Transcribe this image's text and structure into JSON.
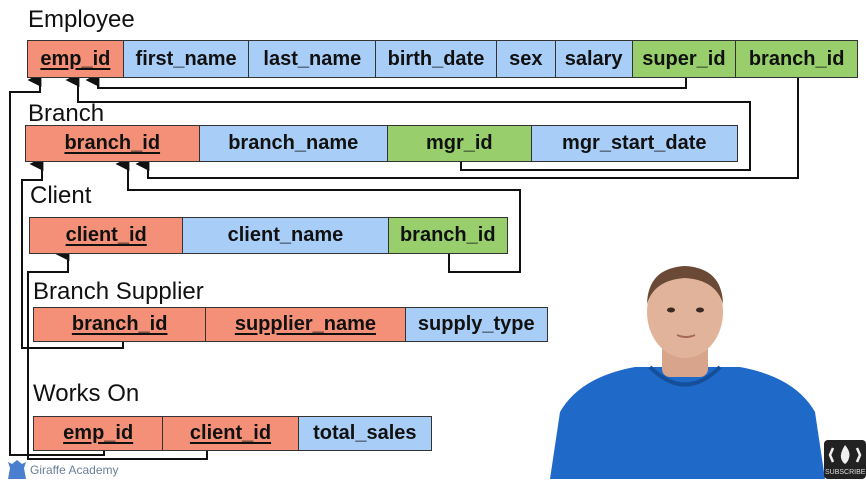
{
  "diagram": {
    "tables": {
      "employee": {
        "title": "Employee",
        "columns": [
          "emp_id",
          "first_name",
          "last_name",
          "birth_date",
          "sex",
          "salary",
          "super_id",
          "branch_id"
        ]
      },
      "branch": {
        "title": "Branch",
        "columns": [
          "branch_id",
          "branch_name",
          "mgr_id",
          "mgr_start_date"
        ]
      },
      "client": {
        "title": "Client",
        "columns": [
          "client_id",
          "client_name",
          "branch_id"
        ]
      },
      "branch_supplier": {
        "title": "Branch Supplier",
        "columns": [
          "branch_id",
          "supplier_name",
          "supply_type"
        ]
      },
      "works_on": {
        "title": "Works On",
        "columns": [
          "emp_id",
          "client_id",
          "total_sales"
        ]
      }
    },
    "colors": {
      "primary_key": "#f39077",
      "attribute": "#a8cdf7",
      "foreign_key": "#98cf6c"
    }
  },
  "footer": {
    "logo_text": "Giraffe Academy",
    "channel_badge": "SUBSCRIBE"
  }
}
